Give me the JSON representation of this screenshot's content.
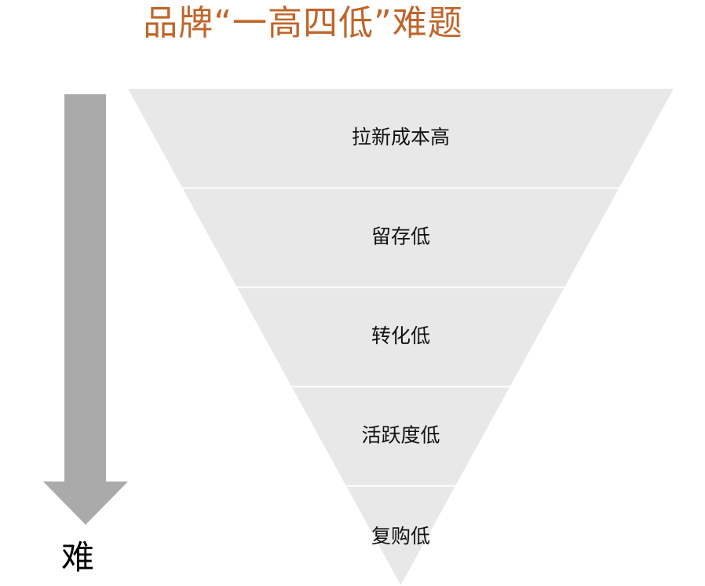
{
  "title": "品牌“一高四低”难题",
  "arrow_label": "难",
  "colors": {
    "title": "#c0652a",
    "funnel": "#e8e8e8",
    "arrow": "#aaaaaa"
  },
  "funnel_levels": [
    {
      "label": "拉新成本高"
    },
    {
      "label": "留存低"
    },
    {
      "label": "转化低"
    },
    {
      "label": "活跃度低"
    },
    {
      "label": "复购低"
    }
  ]
}
